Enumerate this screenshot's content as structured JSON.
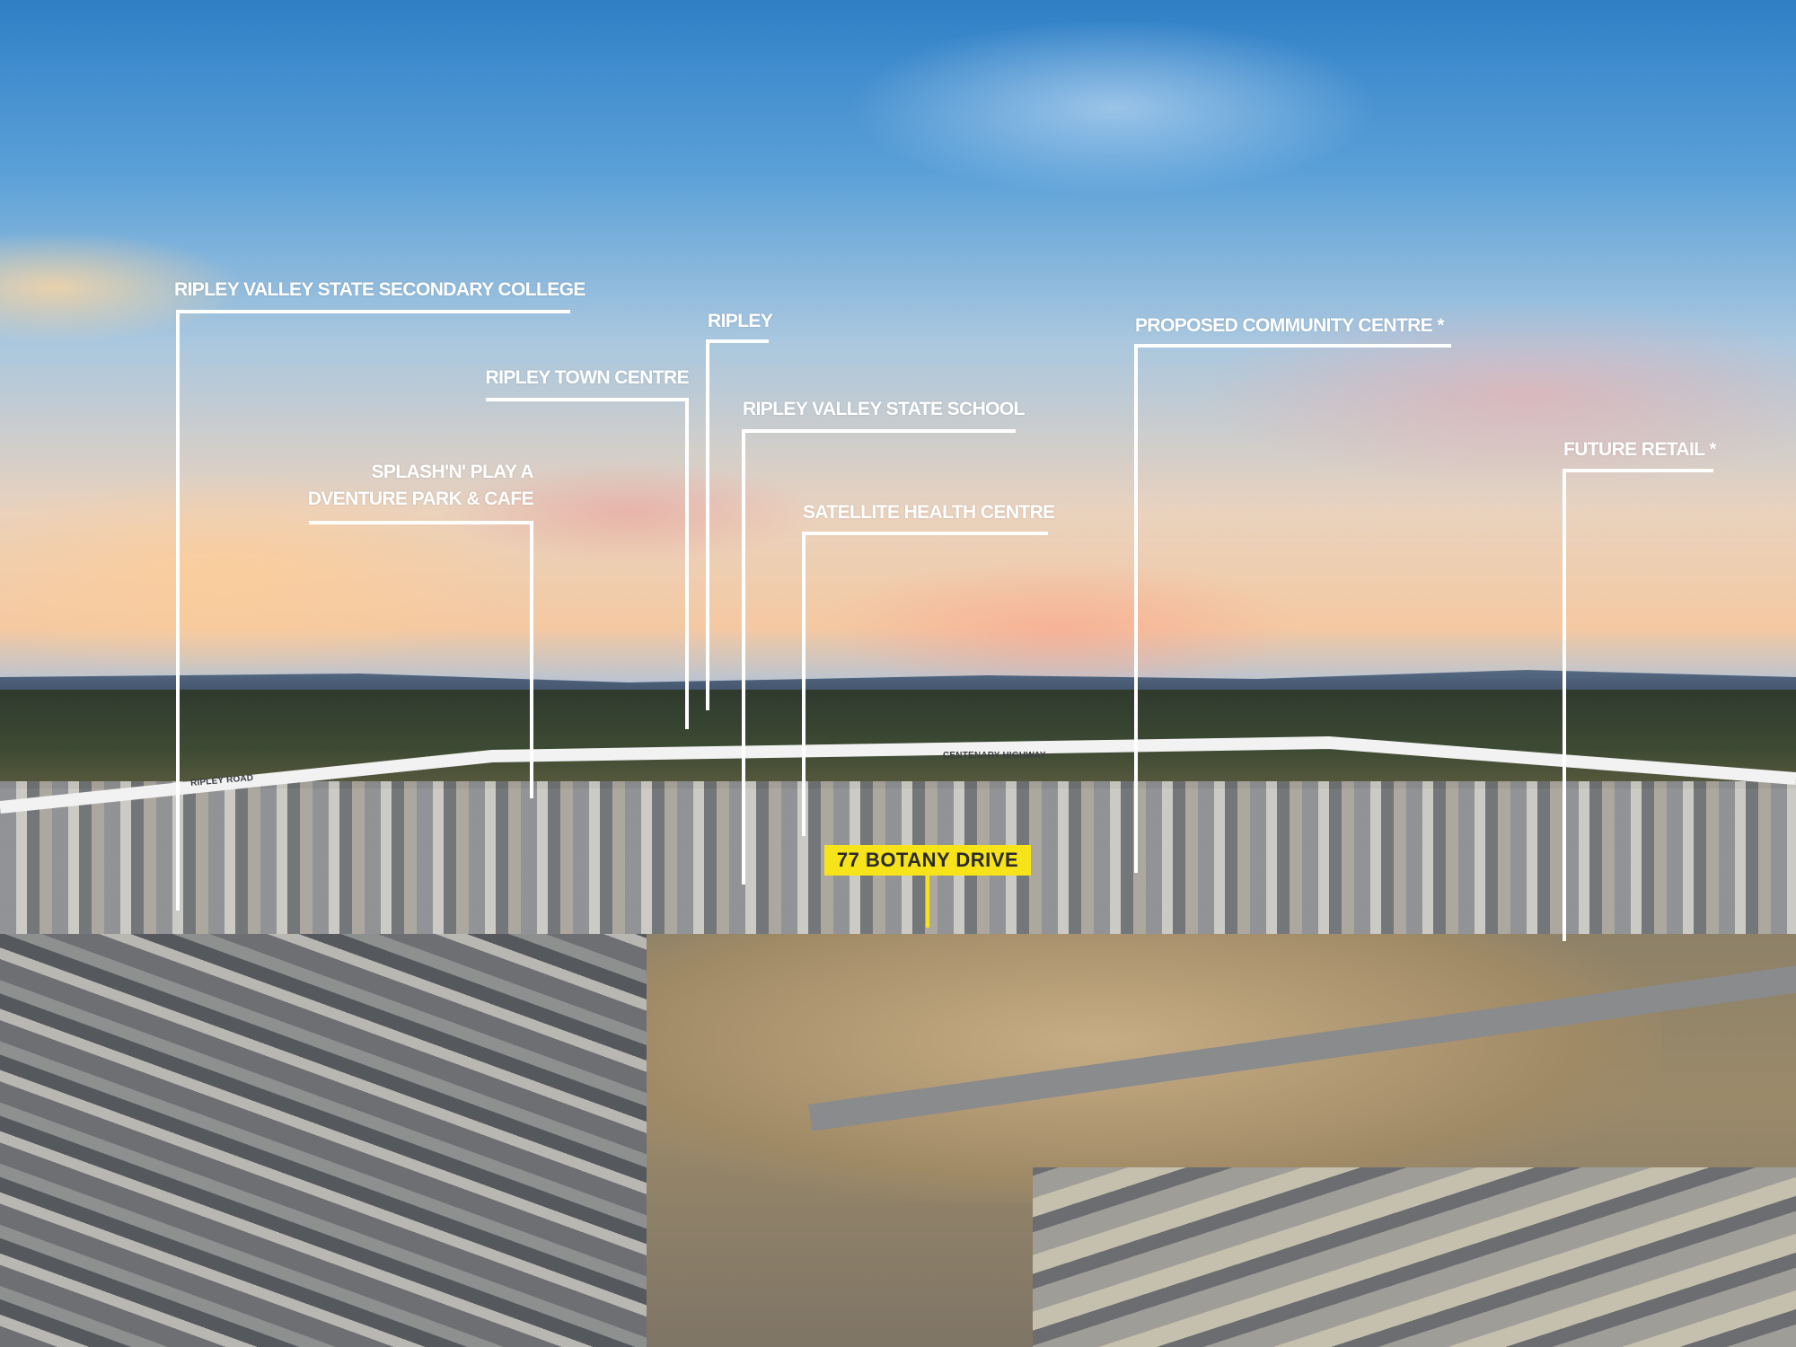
{
  "labels": {
    "secondary_college": "RIPLEY VALLEY STATE SECONDARY COLLEGE",
    "town_centre": "RIPLEY TOWN CENTRE",
    "ripley": "RIPLEY",
    "state_school": "RIPLEY VALLEY STATE SCHOOL",
    "health_centre": "SATELLITE HEALTH CENTRE",
    "splash_line1": "SPLASH'N' PLAY A",
    "splash_line2": "DVENTURE PARK & CAFE",
    "community_centre": "PROPOSED COMMUNITY CENTRE *",
    "future_retail": "FUTURE RETAIL *"
  },
  "roads": {
    "ripley_road": "RIPLEY ROAD",
    "centenary_highway": "CENTENARY HIGHWAY"
  },
  "property": {
    "address": "77 BOTANY DRIVE",
    "highlight_color": "#f7e31a"
  }
}
